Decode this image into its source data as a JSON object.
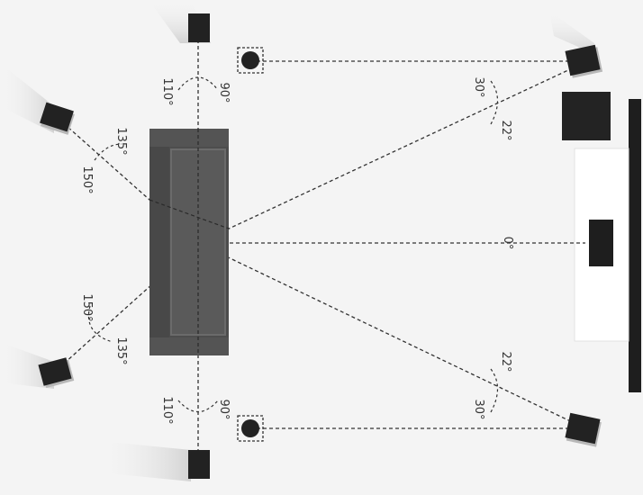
{
  "colors": {
    "background": "#f4f4f4",
    "speaker": "#222222",
    "sofa": "#4d4d4d",
    "sofa_inner": "#5a5a5a",
    "tv_stand": "#ffffff",
    "tv_panel": "#1e1e1e",
    "line": "#333333",
    "shadow": "#d6d6d6"
  },
  "angles": {
    "front_center": "0°",
    "front_right_inner": "22°",
    "front_right_outer": "30°",
    "front_left_inner": "22°",
    "front_left_outer": "30°",
    "side_top_90": "90°",
    "side_top_110": "110°",
    "side_bottom_90": "90°",
    "side_bottom_110": "110°",
    "rear_top_135": "135°",
    "rear_top_150": "150°",
    "rear_bottom_135": "135°",
    "rear_bottom_150": "150°"
  },
  "icons": {
    "speaker": "speaker-box",
    "subwoofer": "subwoofer-round",
    "sofa": "sofa",
    "tv": "tv-panel"
  }
}
